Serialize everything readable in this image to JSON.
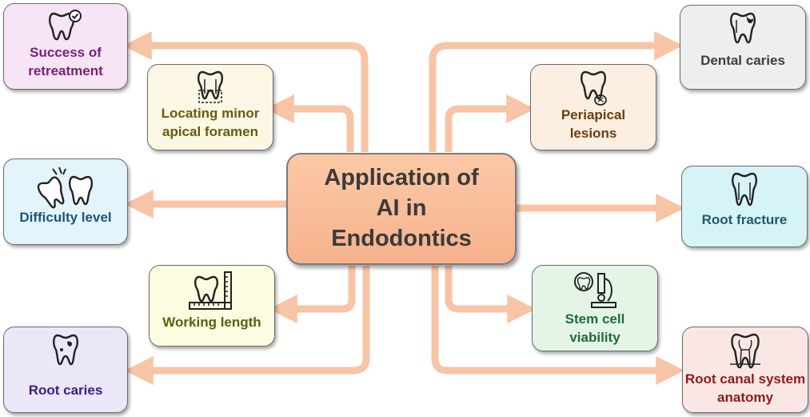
{
  "center": {
    "title": "Application of AI in Endodontics"
  },
  "colors": {
    "connector": "#f8c4a6",
    "center_fill": "#f8b995"
  },
  "nodes": [
    {
      "id": "success-of-retreatment",
      "label": "Success of retreatment",
      "icon": "tooth-check-icon",
      "color": "#7a1f7a",
      "bg": "#f7e4f5"
    },
    {
      "id": "locating-minor-apical-foramen",
      "label": "Locating minor apical foramen",
      "icon": "tooth-foramen-icon",
      "color": "#6b5a10",
      "bg": "#fbf7e4"
    },
    {
      "id": "difficulty-level",
      "label": "Difficulty level",
      "icon": "impacted-teeth-icon",
      "color": "#1d5670",
      "bg": "#e3f4fa"
    },
    {
      "id": "working-length",
      "label": "Working length",
      "icon": "tooth-ruler-icon",
      "color": "#5e5e10",
      "bg": "#fbfce0"
    },
    {
      "id": "root-caries",
      "label": "Root caries",
      "icon": "decayed-tooth-icon",
      "color": "#3b1e86",
      "bg": "#ebe6f8"
    },
    {
      "id": "dental-caries",
      "label": "Dental caries",
      "icon": "cavity-tooth-icon",
      "color": "#3d3d3d",
      "bg": "#eeeeee"
    },
    {
      "id": "periapical-lesions",
      "label": "Periapical lesions",
      "icon": "lesion-tooth-icon",
      "color": "#6b3d10",
      "bg": "#fcefe2"
    },
    {
      "id": "root-fracture",
      "label": "Root fracture",
      "icon": "fractured-tooth-icon",
      "color": "#1d5a6e",
      "bg": "#d6f3f8"
    },
    {
      "id": "stem-cell-viability",
      "label": "Stem cell viability",
      "icon": "microscope-icon",
      "color": "#1e6b3a",
      "bg": "#e4f5e7"
    },
    {
      "id": "root-canal-system-anatomy",
      "label": "Root canal system anatomy",
      "icon": "tooth-canal-icon",
      "color": "#8e1c1c",
      "bg": "#fbe6e6"
    }
  ]
}
